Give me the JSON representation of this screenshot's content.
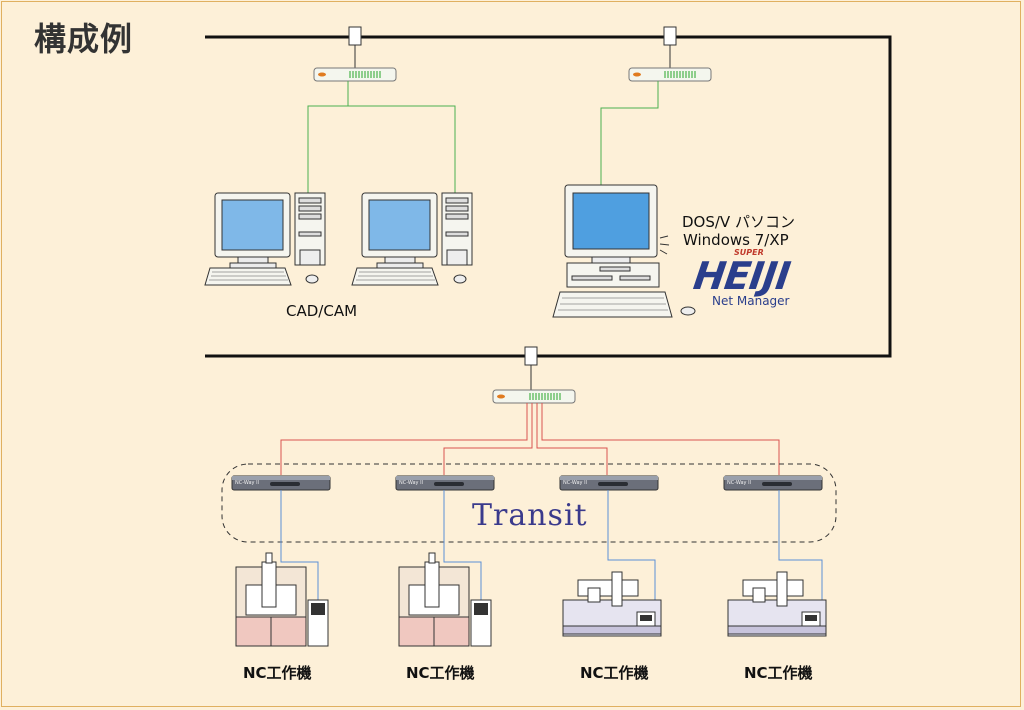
{
  "title": "構成例",
  "labels": {
    "cad_cam": "CAD/CAM",
    "dosv_line1": "DOS/V パソコン",
    "dosv_line2": "Windows 7/XP",
    "transit": "Transit"
  },
  "logo": {
    "super": "SUPER",
    "name": "HEIJI",
    "sub": "Net Manager"
  },
  "nc_machines": [
    {
      "label": "NC工作機"
    },
    {
      "label": "NC工作機"
    },
    {
      "label": "NC工作機"
    },
    {
      "label": "NC工作機"
    }
  ],
  "ncway_units": [
    {
      "label": "NC-Way II"
    },
    {
      "label": "NC-Way II"
    },
    {
      "label": "NC-Way II"
    },
    {
      "label": "NC-Way II"
    }
  ],
  "colors": {
    "background": "#fdf0d8",
    "backbone": "#111111",
    "lan_link": "#4caf50",
    "serial_link": "#d9534f",
    "machine_link": "#5b8fd6",
    "monitor_screen": "#7fb8e8"
  }
}
